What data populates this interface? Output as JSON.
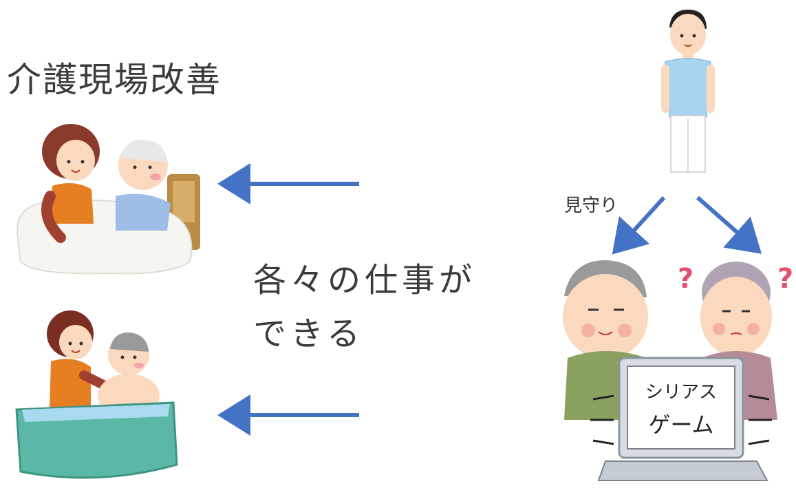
{
  "title": "介護現場改善",
  "center_text": {
    "line1": "各々の仕事が",
    "line2": "できる"
  },
  "watch_label": "見守り",
  "laptop_screen": {
    "line1": "シリアス",
    "line2": "ゲーム"
  },
  "question_mark": "?",
  "colors": {
    "arrow": "#4472c4",
    "text": "#3b3b3b",
    "question": "#e0526e"
  }
}
